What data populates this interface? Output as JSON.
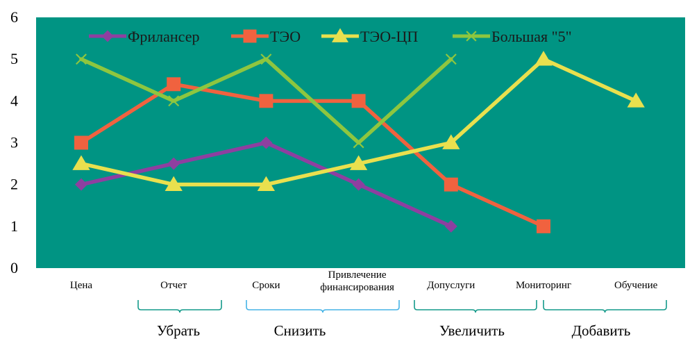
{
  "chart_data": {
    "type": "line",
    "categories": [
      "Цена",
      "Отчет",
      "Сроки",
      "Привлечение финансирования",
      "Допуслуги",
      "Мониторинг",
      "Обучение"
    ],
    "category_lines": [
      [
        "Цена"
      ],
      [
        "Отчет"
      ],
      [
        "Сроки"
      ],
      [
        "Привлечение",
        "финансирования"
      ],
      [
        "Допуслуги"
      ],
      [
        "Мониторинг"
      ],
      [
        "Обучение"
      ]
    ],
    "series": [
      {
        "name": "Фрилансер",
        "color": "#8e3fa0",
        "marker": "diamond",
        "values": [
          2,
          2.5,
          3,
          2,
          1,
          null,
          null
        ]
      },
      {
        "name": "ТЭО",
        "color": "#f0623f",
        "marker": "square",
        "values": [
          3,
          4.4,
          4,
          4,
          2,
          1,
          null
        ]
      },
      {
        "name": "ТЭО-ЦП",
        "color": "#e9e04e",
        "marker": "triangle",
        "values": [
          2.5,
          2,
          2,
          2.5,
          3,
          5,
          4
        ]
      },
      {
        "name": "Большая \"5\"",
        "color": "#8ec63f",
        "marker": "x",
        "values": [
          5,
          4,
          5,
          3,
          5,
          null,
          null
        ]
      }
    ],
    "ylim": [
      0,
      6
    ],
    "yticks": [
      0,
      1,
      2,
      3,
      4,
      5,
      6
    ],
    "grid": false,
    "plot_background": "#009483",
    "legend_position": "top",
    "groups": [
      {
        "label": "Убрать",
        "color": "#149a8a",
        "from": 1,
        "to": 1
      },
      {
        "label": "Снизить",
        "color": "#45b3e6",
        "from": 2,
        "to": 3
      },
      {
        "label": "Увеличить",
        "color": "#149a8a",
        "from": 4,
        "to": 5
      },
      {
        "label": "Добавить",
        "color": "#149a8a",
        "from": 5,
        "to": 6
      }
    ]
  }
}
